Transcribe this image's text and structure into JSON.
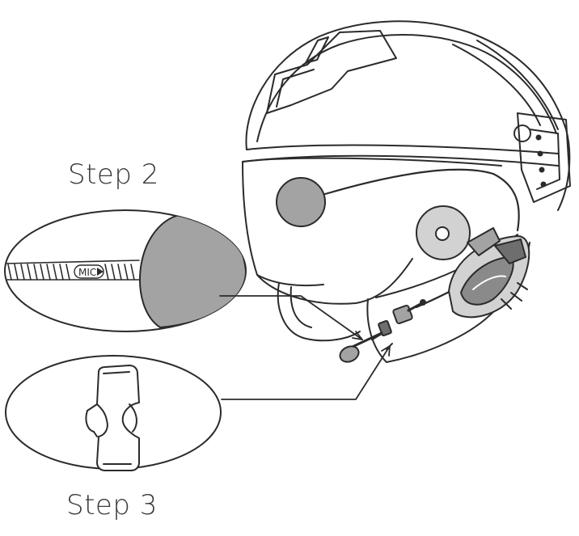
{
  "steps": [
    {
      "label": "Step 2"
    },
    {
      "label": "Step 3"
    }
  ],
  "mic_tag": "MIC",
  "colors": {
    "line": "#2b2b2b",
    "fill_gray": "#a3a3a3",
    "fill_light": "#d2d2d2",
    "fill_dark": "#6e6e6e",
    "background": "#ffffff"
  }
}
